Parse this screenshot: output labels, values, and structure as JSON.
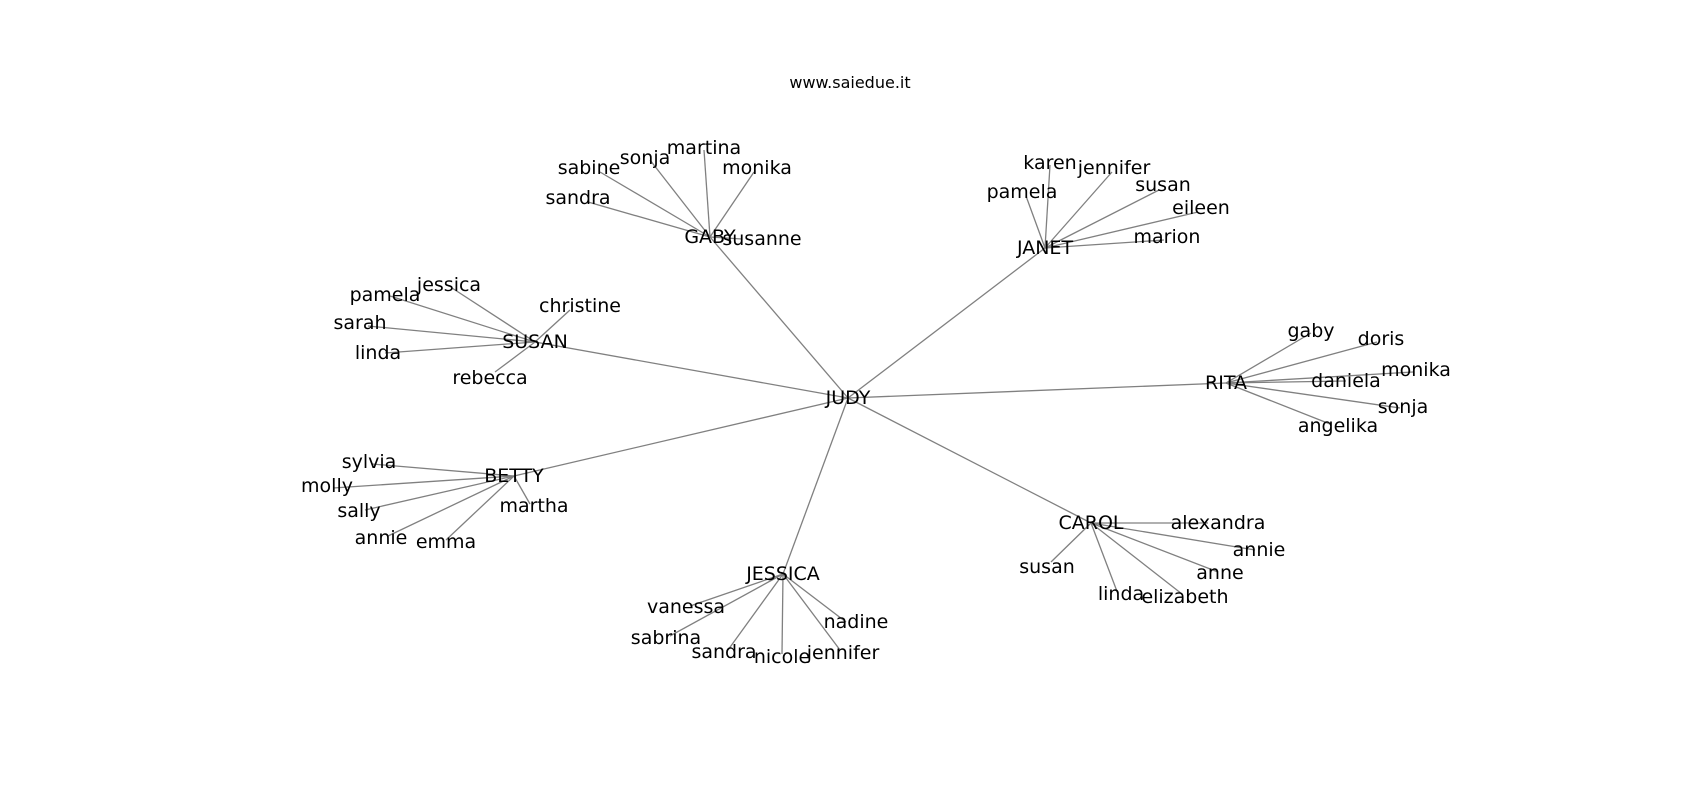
{
  "title": "www.saiedue.it",
  "colors": {
    "edge": "#808080",
    "text": "#000000",
    "background": "#ffffff"
  },
  "graph": {
    "root": "JUDY",
    "groups": [
      {
        "hub": "GABY",
        "leaves": [
          "sabine",
          "sonja",
          "martina",
          "monika",
          "sandra",
          "susanne"
        ]
      },
      {
        "hub": "JANET",
        "leaves": [
          "karen",
          "jennifer",
          "pamela",
          "susan",
          "eileen",
          "marion"
        ]
      },
      {
        "hub": "SUSAN",
        "leaves": [
          "jessica",
          "pamela",
          "christine",
          "sarah",
          "linda",
          "rebecca"
        ]
      },
      {
        "hub": "RITA",
        "leaves": [
          "gaby",
          "doris",
          "monika",
          "daniela",
          "sonja",
          "angelika"
        ]
      },
      {
        "hub": "BETTY",
        "leaves": [
          "sylvia",
          "molly",
          "sally",
          "martha",
          "annie",
          "emma"
        ]
      },
      {
        "hub": "CAROL",
        "leaves": [
          "alexandra",
          "annie",
          "susan",
          "anne",
          "linda",
          "elizabeth"
        ]
      },
      {
        "hub": "JESSICA",
        "leaves": [
          "vanessa",
          "sabrina",
          "nadine",
          "sandra",
          "nicole",
          "jennifer"
        ]
      }
    ]
  }
}
